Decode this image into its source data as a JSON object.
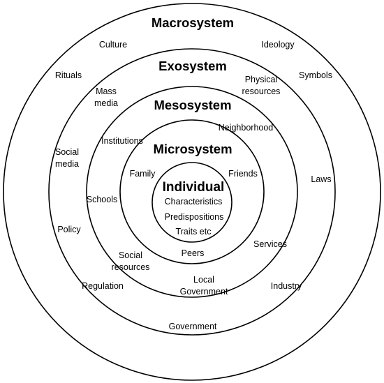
{
  "diagram": {
    "rings": {
      "macrosystem": {
        "title": "Macrosystem",
        "items": [
          "Culture",
          "Ideology",
          "Rituals",
          "Symbols",
          "Social",
          "media",
          "Laws",
          "Policy",
          "Regulation",
          "Industry",
          "Government"
        ]
      },
      "exosystem": {
        "title": "Exosystem",
        "items": [
          "Mass",
          "media",
          "Physical",
          "resources",
          "Schools",
          "Social",
          "resources",
          "Services",
          "Local",
          "Government"
        ]
      },
      "mesosystem": {
        "title": "Mesosystem",
        "items": [
          "Institutions",
          "Neighborhood",
          "Peers"
        ]
      },
      "microsystem": {
        "title": "Microsystem",
        "items": [
          "Family",
          "Friends"
        ]
      },
      "individual": {
        "title": "Individual",
        "items": [
          "Characteristics",
          "Predispositions",
          "Traits etc"
        ]
      }
    }
  }
}
